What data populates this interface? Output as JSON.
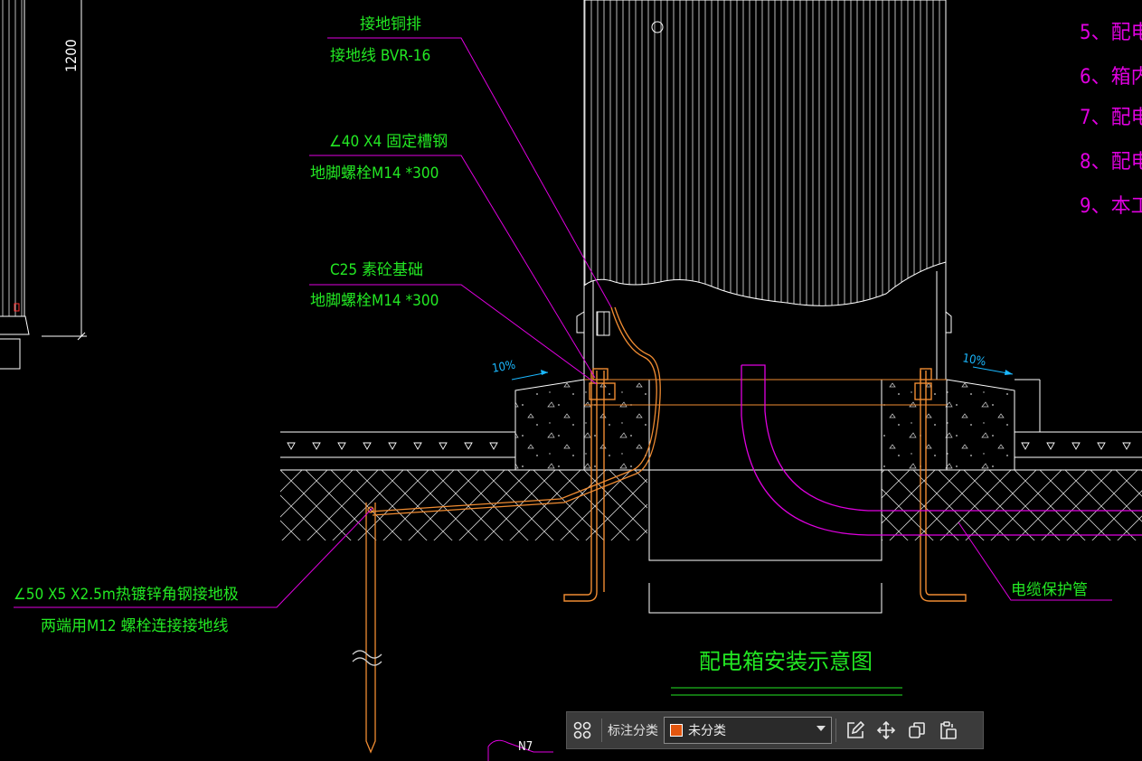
{
  "colors": {
    "background": "#000000",
    "annotation_green": "#23e823",
    "leader_magenta": "#e000e0",
    "orange": "#f08c32",
    "white": "#ffffff",
    "cyan": "#1ab8ff",
    "category_swatch": "#e3560f"
  },
  "labels": {
    "ground_busbar": "接地铜排",
    "ground_wire": "接地线  BVR-16",
    "angle_steel": "∠40 X4 固定槽钢",
    "anchor_bolt_1": "地脚螺栓M14 *300",
    "concrete_base": "C25 素砼基础",
    "anchor_bolt_2": "地脚螺栓M14 *300",
    "ground_electrode": "∠50 X5 X2.5m热镀锌角钢接地极",
    "electrode_bolts": "两端用M12 螺栓连接接地线",
    "cable_pipe": "电缆保护管",
    "slope_left": "10%",
    "slope_right": "10%",
    "dimension": "1200",
    "node": "N7",
    "drawing_title": "配电箱安装示意图"
  },
  "notes": [
    "5、配电",
    "6、箱内",
    "7、配电",
    "8、配电",
    "9、本工"
  ],
  "toolbar": {
    "category_label": "标注分类",
    "category_value": "未分类",
    "buttons": [
      "layout-icon",
      "edit-icon",
      "move-icon",
      "copy-icon",
      "paste-icon"
    ]
  }
}
